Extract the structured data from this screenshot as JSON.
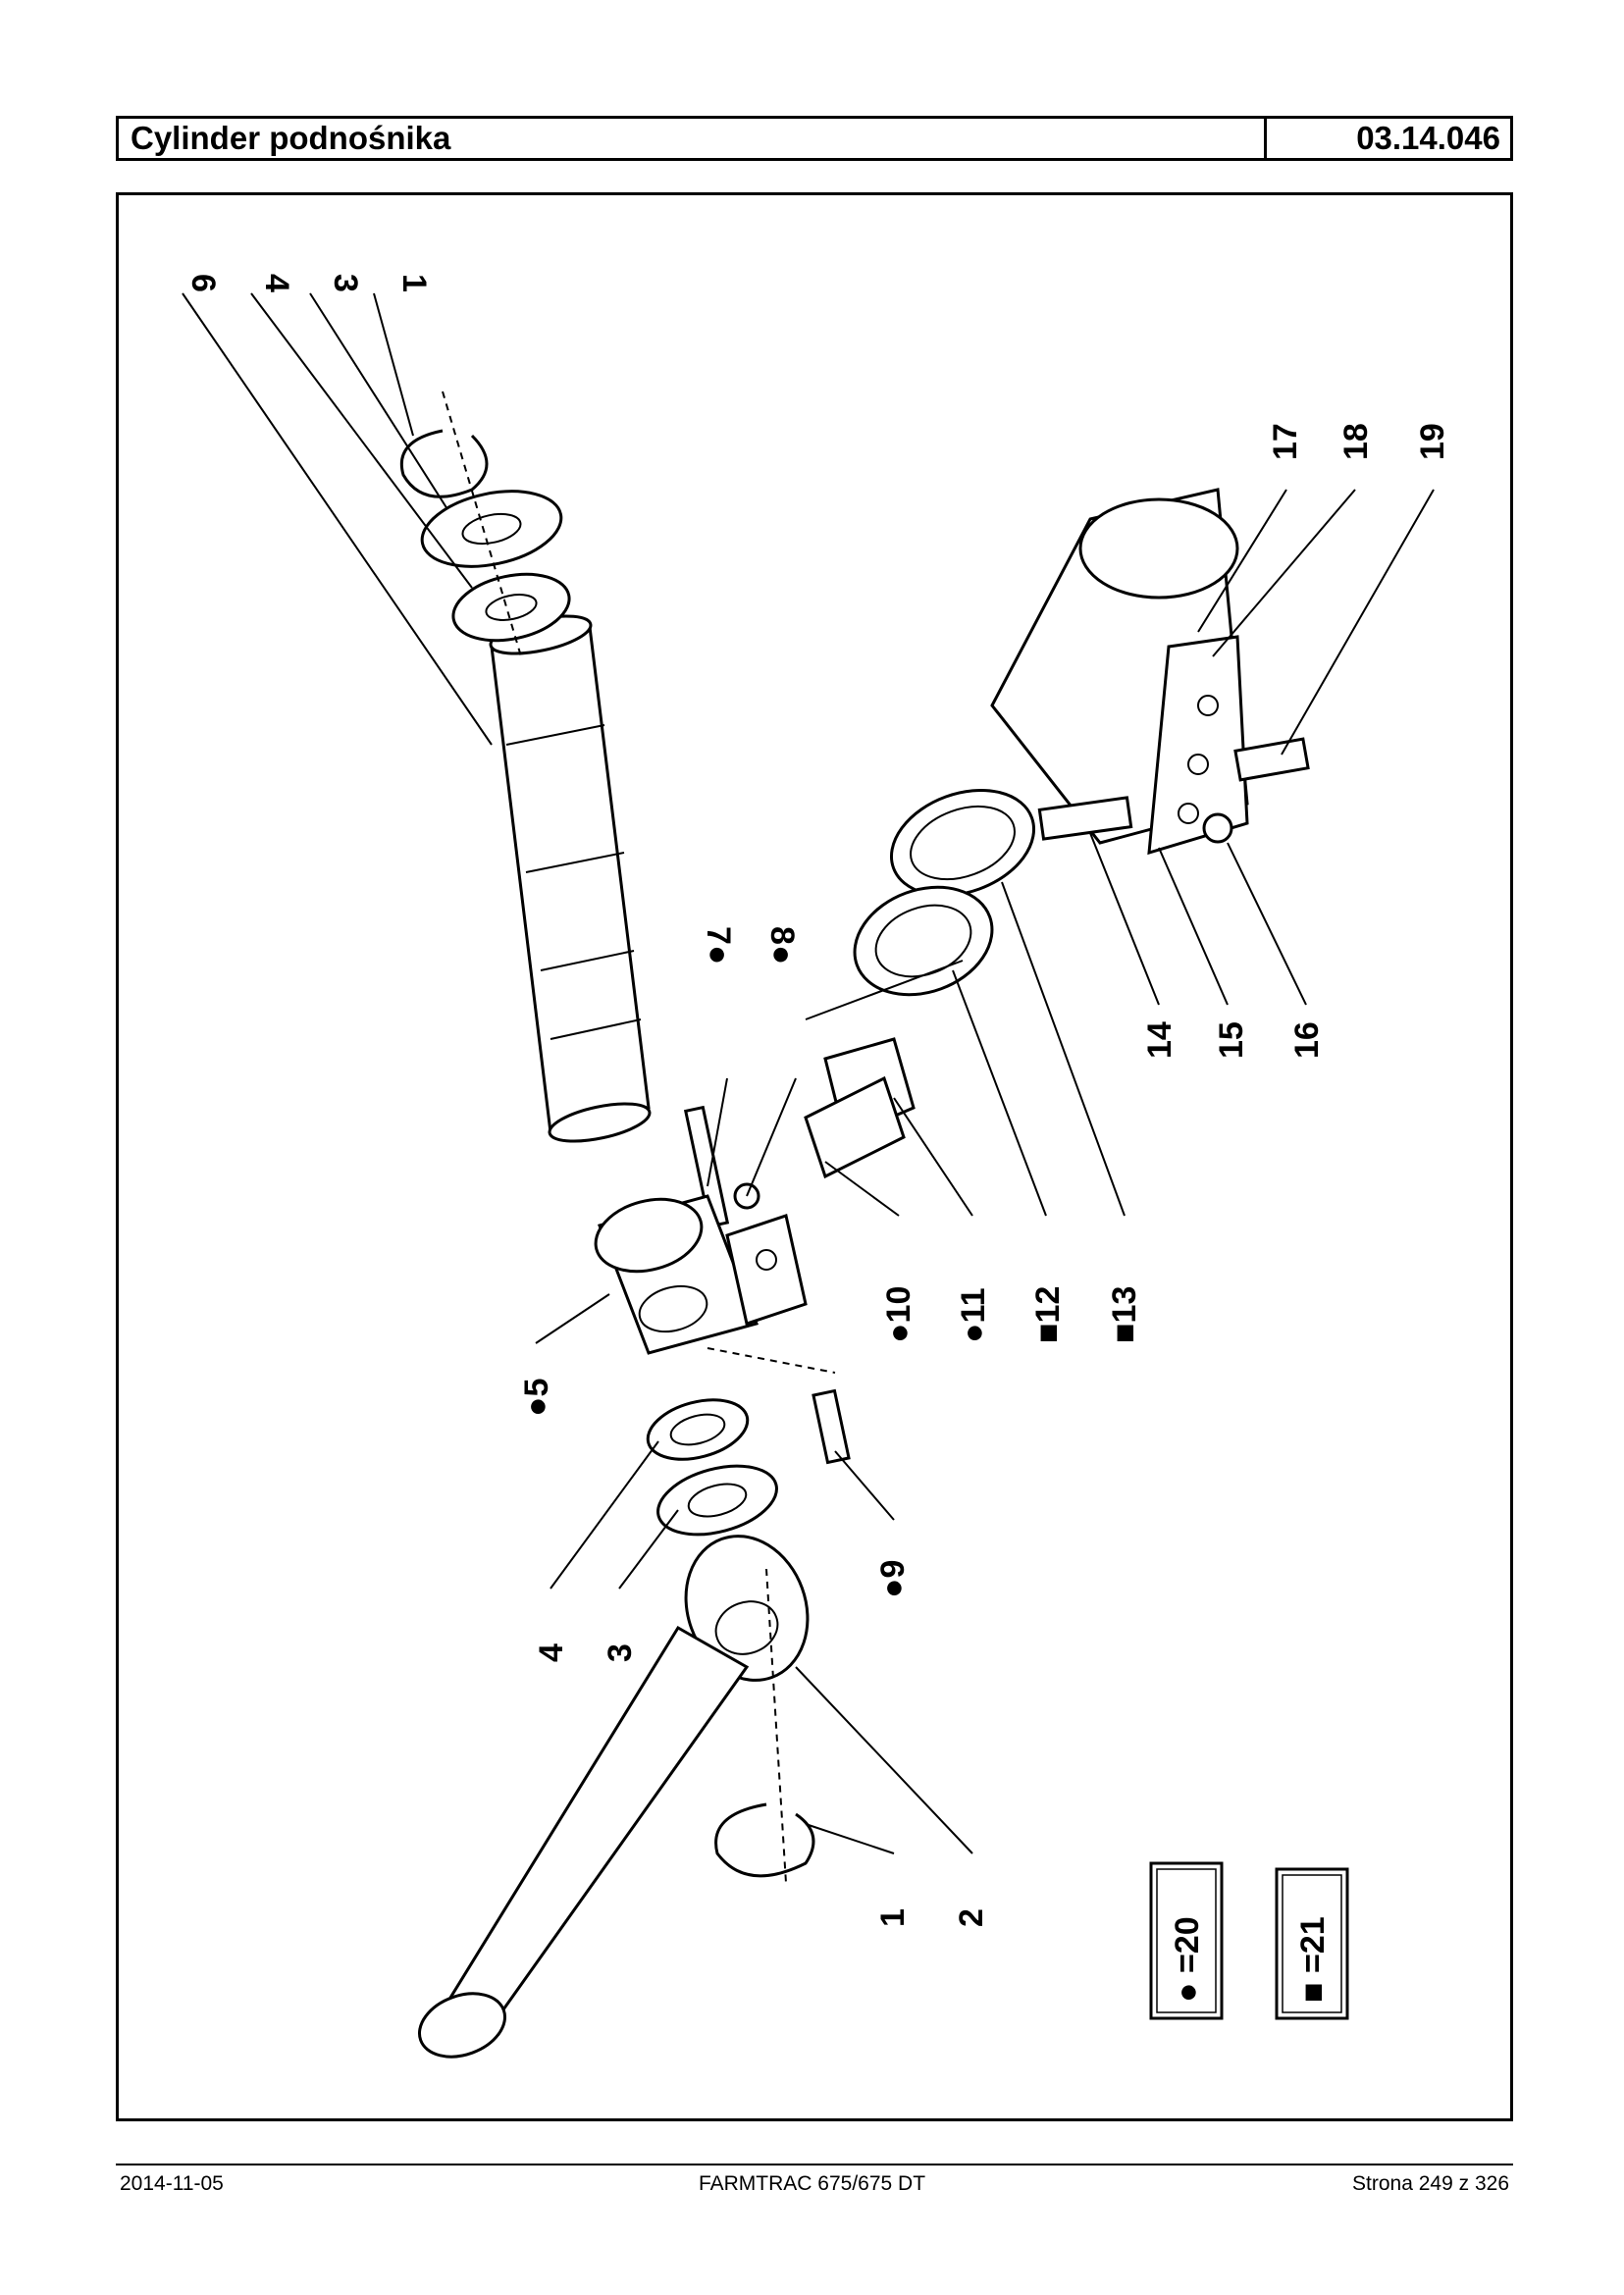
{
  "header": {
    "title": "Cylinder podnośnika",
    "code": "03.14.046"
  },
  "diagram": {
    "callouts": {
      "c1a": "1",
      "c3a": "3",
      "c4a": "4",
      "c6": "6",
      "c17": "17",
      "c18": "18",
      "c19": "19",
      "c14": "14",
      "c15": "15",
      "c16": "16",
      "c7": "7●",
      "c8": "8●",
      "c10": "●10",
      "c11": "●11",
      "c12": "■12",
      "c13": "■13",
      "c5": "●5",
      "c9": "●9",
      "c4b": "4",
      "c3b": "3",
      "c1b": "1",
      "c2": "2"
    },
    "legend": {
      "circle": "● =20",
      "square": "■ =21"
    }
  },
  "footer": {
    "date": "2014-11-05",
    "model": "FARMTRAC 675/675 DT",
    "page": "Strona 249 z 326"
  }
}
